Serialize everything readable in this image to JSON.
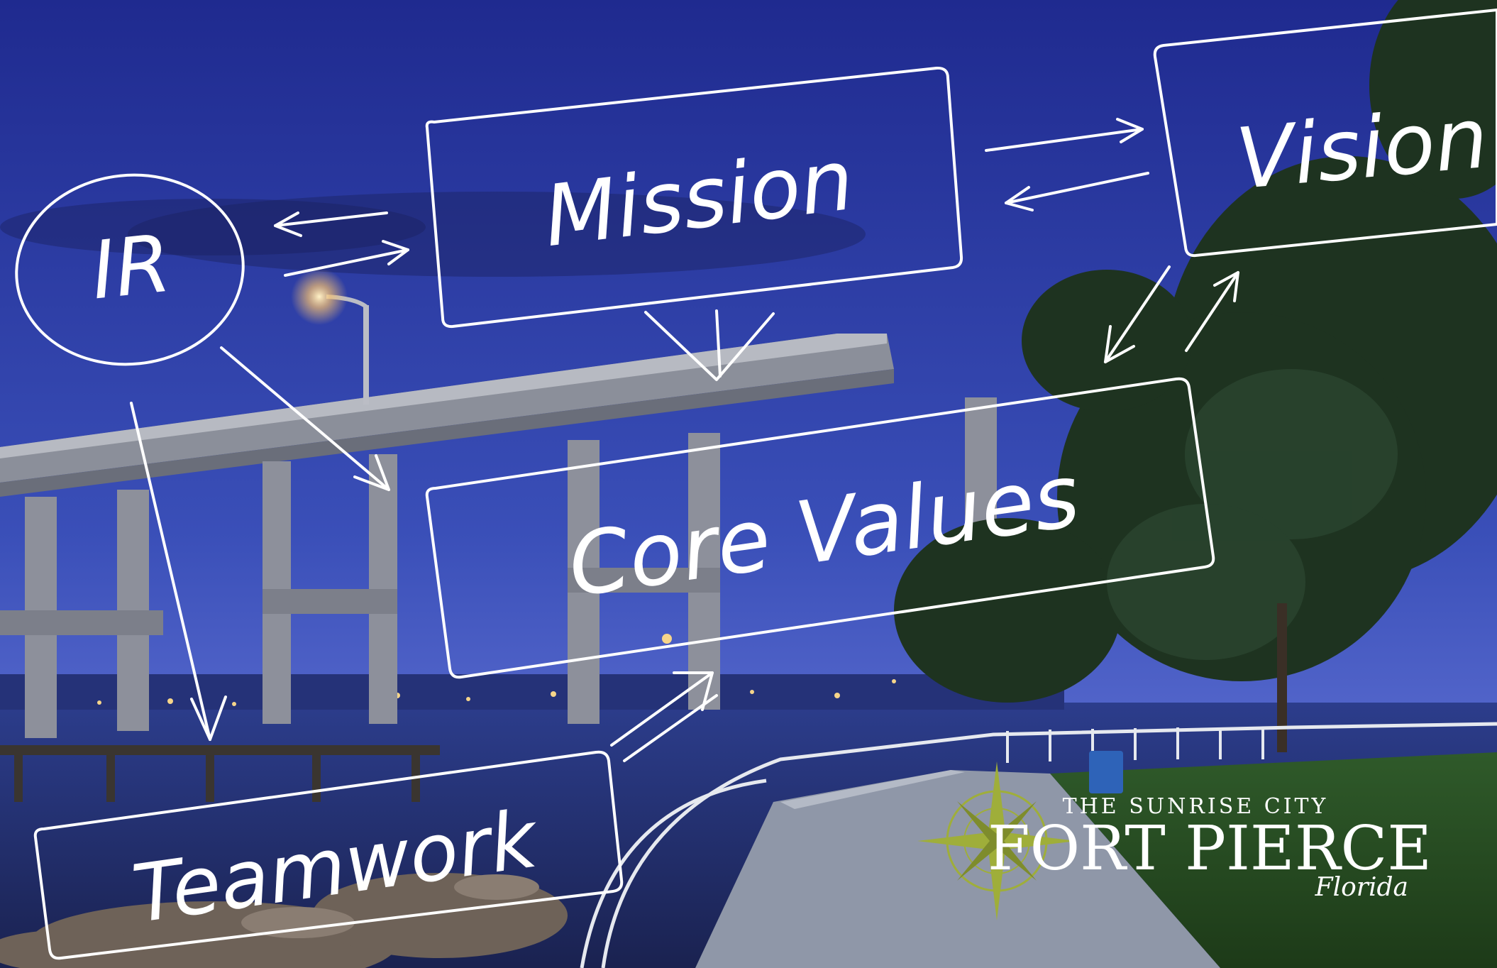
{
  "diagram": {
    "nodes": {
      "ir": "IR",
      "mission": "Mission",
      "vision": "Vision",
      "core_values": "Core Values",
      "teamwork": "Teamwork"
    }
  },
  "logo": {
    "tagline": "THE SUNRISE CITY",
    "name": "FORT PIERCE",
    "state": "Florida"
  },
  "colors": {
    "sky": "#2f3fa8",
    "stroke": "#ffffff",
    "logo_compass": "#9fae3a"
  }
}
